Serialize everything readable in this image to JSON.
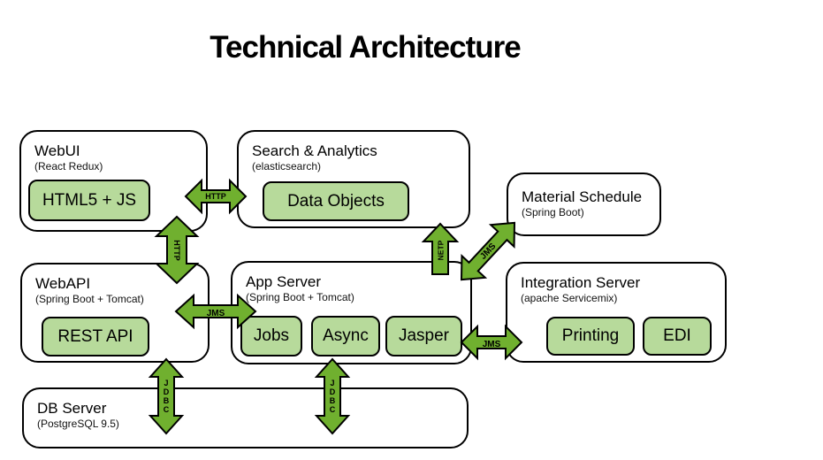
{
  "title": "Technical Architecture",
  "colors": {
    "arrow_green": "#70b02f",
    "component_green": "#b7da9b",
    "outline": "#000000",
    "background": "#ffffff"
  },
  "nodes": {
    "webui": {
      "title": "WebUI",
      "subtitle": "(React Redux)",
      "components": {
        "html5js": "HTML5 + JS"
      }
    },
    "search": {
      "title": "Search & Analytics",
      "subtitle": "(elasticsearch)",
      "components": {
        "dataobjects": "Data Objects"
      }
    },
    "material": {
      "title": "Material Schedule",
      "subtitle": "(Spring Boot)",
      "components": {}
    },
    "webapi": {
      "title": "WebAPI",
      "subtitle": "(Spring Boot + Tomcat)",
      "components": {
        "restapi": "REST API"
      }
    },
    "appserver": {
      "title": "App Server",
      "subtitle": "(Spring Boot + Tomcat)",
      "components": {
        "jobs": "Jobs",
        "async": "Async",
        "jasper": "Jasper"
      }
    },
    "integration": {
      "title": "Integration Server",
      "subtitle": "(apache Servicemix)",
      "components": {
        "printing": "Printing",
        "edi": "EDI"
      }
    },
    "dbserver": {
      "title": "DB Server",
      "subtitle": "(PostgreSQL 9.5)",
      "components": {}
    }
  },
  "connections": {
    "webui_search": "HTTP",
    "webui_webapi": "HTTP",
    "webapi_appserver": "JMS",
    "appserver_search": "NETP",
    "appserver_material": "JMS",
    "appserver_integration": "JMS",
    "webapi_dbserver": "JDBC",
    "appserver_dbserver": "JDBC"
  }
}
